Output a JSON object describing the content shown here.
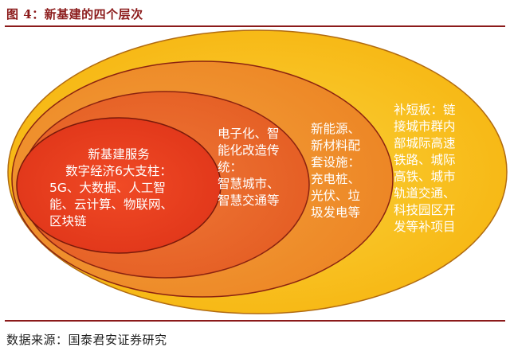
{
  "figure": {
    "title": "图 4：新基建的四个层次",
    "source": "数据来源：国泰君安证券研究"
  },
  "layers": [
    {
      "lines": [
        "新基建服务",
        "数字经济6大支柱：",
        "5G、大数据、人工智",
        "能、云计算、物联网、",
        "区块链"
      ],
      "fill": "#E8421F"
    },
    {
      "lines": [
        "电子化、智",
        "能化改造传",
        "统：",
        "智慧城市、",
        "智慧交通等"
      ],
      "fill": "#EB6A2A"
    },
    {
      "lines": [
        "新能源、",
        "新材料配",
        "套设施：",
        "充电桩、",
        "光伏、垃",
        "圾发电等"
      ],
      "fill": "#F0962E"
    },
    {
      "lines": [
        "补短板：链",
        "接城市群内",
        "部城际高速",
        "铁路、城际",
        "高铁、城市",
        "轨道交通、",
        "科技园区开",
        "发等补项目"
      ],
      "fill": "#F8C019"
    }
  ],
  "colors": {
    "title_red": "#8B1A1A",
    "ellipse_stroke": "#8B2310",
    "text": "#ffffff"
  }
}
